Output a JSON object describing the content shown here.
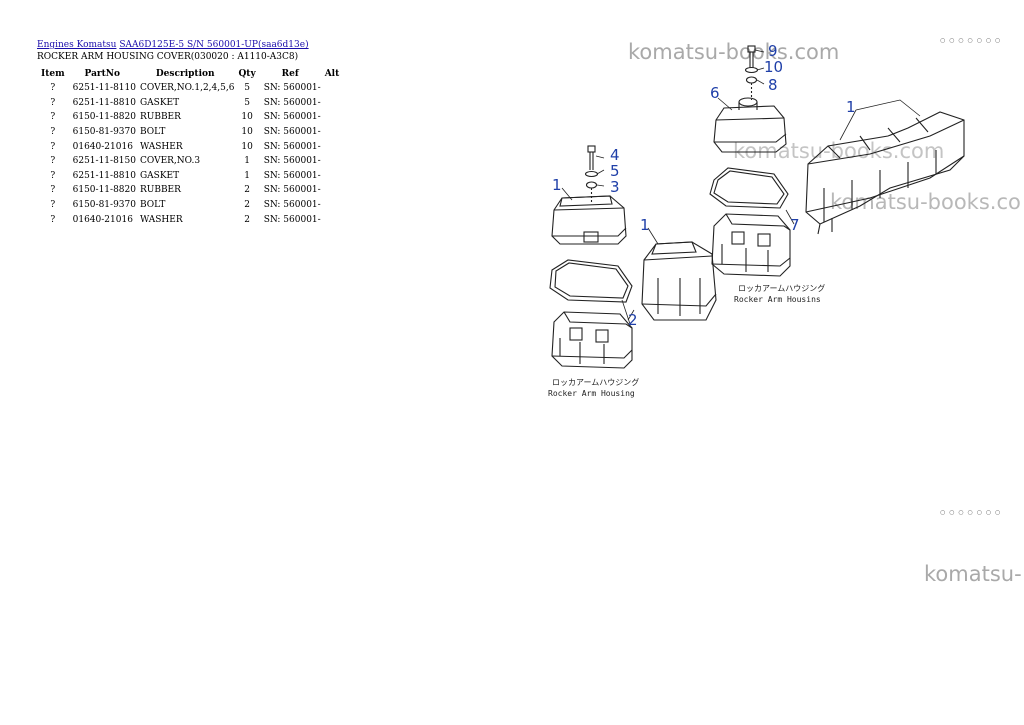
{
  "breadcrumb": {
    "link1": "Engines Komatsu",
    "link2": "SAA6D125E-5 S/N 560001-UP(saa6d13e)"
  },
  "page_title": "ROCKER ARM HOUSING COVER(030020 : A1110-A3C8)",
  "table": {
    "headers": [
      "Item",
      "PartNo",
      "Description",
      "Qty",
      "Ref",
      "Alt"
    ],
    "rows": [
      [
        "?",
        "6251-11-8110",
        "COVER,NO.1,2,4,5,6",
        "5",
        "SN: 560001-",
        ""
      ],
      [
        "?",
        "6251-11-8810",
        "GASKET",
        "5",
        "SN: 560001-",
        ""
      ],
      [
        "?",
        "6150-11-8820",
        "RUBBER",
        "10",
        "SN: 560001-",
        ""
      ],
      [
        "?",
        "6150-81-9370",
        "BOLT",
        "10",
        "SN: 560001-",
        ""
      ],
      [
        "?",
        "01640-21016",
        "WASHER",
        "10",
        "SN: 560001-",
        ""
      ],
      [
        "?",
        "6251-11-8150",
        "COVER,NO.3",
        "1",
        "SN: 560001-",
        ""
      ],
      [
        "?",
        "6251-11-8810",
        "GASKET",
        "1",
        "SN: 560001-",
        ""
      ],
      [
        "?",
        "6150-11-8820",
        "RUBBER",
        "2",
        "SN: 560001-",
        ""
      ],
      [
        "?",
        "6150-81-9370",
        "BOLT",
        "2",
        "SN: 560001-",
        ""
      ],
      [
        "?",
        "01640-21016",
        "WASHER",
        "2",
        "SN: 560001-",
        ""
      ]
    ]
  },
  "watermarks": {
    "wm1": "komatsu-books.com",
    "wm2": "komatsu-books.com",
    "wm3": "komatsu-books.co",
    "wm4": "komatsu-"
  },
  "diagram": {
    "callouts": {
      "c1a": "1",
      "c1b": "1",
      "c1c": "1",
      "c2": "2",
      "c3": "3",
      "c4": "4",
      "c5": "5",
      "c6": "6",
      "c7": "7",
      "c8": "8",
      "c9": "9",
      "c10": "10"
    },
    "label_jp_1": "ロッカアームハウジング",
    "label_en_1": "Rocker Arm Housing",
    "label_jp_2": "ロッカアームハウジング",
    "label_en_2": "Rocker Arm Housins"
  },
  "corner_marks": {
    "top": "○ ○ ○ ○ ○ ○ ○",
    "bottom": "○ ○ ○ ○ ○ ○ ○"
  }
}
